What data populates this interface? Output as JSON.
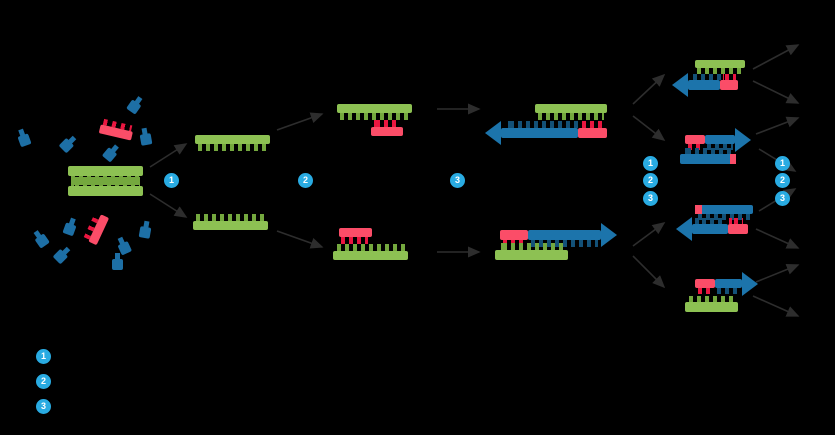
{
  "palette": {
    "background": "#000000",
    "green_bar": "#8DC153",
    "green_teeth": "#74A83E",
    "pink_bar": "#FB4D68",
    "red_teeth": "#EA1640",
    "blue_bar": "#1C74AB",
    "blue_teeth": "#135178",
    "nt_blue": "#1D6FA5",
    "badge_blue": "#29ABE2",
    "arrow_gray": "#2D2D2D"
  },
  "badges": {
    "step_denaturation": "1",
    "step_annealing": "2",
    "step_extension": "3",
    "cycle_mid": [
      "1",
      "2",
      "3"
    ],
    "cycle_right": [
      "1",
      "2",
      "3"
    ],
    "legend": [
      "1",
      "2",
      "3"
    ]
  }
}
